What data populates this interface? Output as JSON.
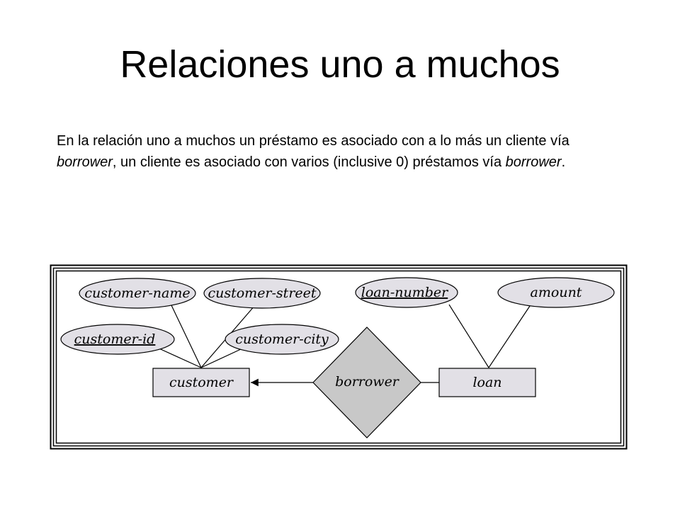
{
  "slide": {
    "title": "Relaciones uno a muchos",
    "text": {
      "part1": "En la relación uno a muchos un préstamo es asociado con a lo más un cliente vía ",
      "em1": "borrower",
      "part2": ", un cliente es asociado con varios (inclusive 0) préstamos vía ",
      "em2": "borrower",
      "part3": "."
    }
  },
  "diagram": {
    "attributes": {
      "customer_name": "customer-name",
      "customer_street": "customer-street",
      "customer_id": "customer-id",
      "customer_city": "customer-city",
      "loan_number": "loan-number",
      "amount": "amount"
    },
    "entities": {
      "customer": "customer",
      "loan": "loan"
    },
    "relationship": "borrower",
    "colors": {
      "shape_fill": "#e2e0e6",
      "diamond_fill": "#c8c8c8",
      "stroke": "#000000"
    }
  }
}
